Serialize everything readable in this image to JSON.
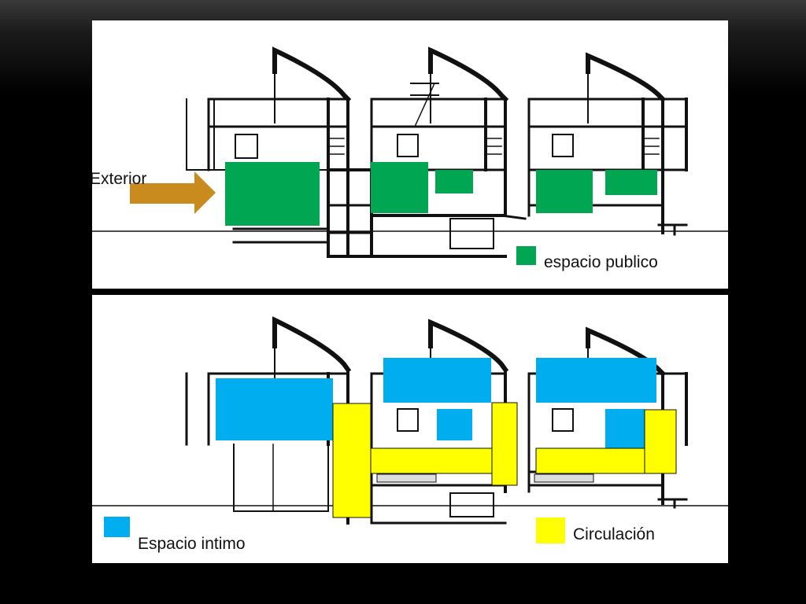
{
  "colors": {
    "public": "#00a651",
    "intimate": "#00aeef",
    "circulation": "#ffff00",
    "arrow": "#c98a1e",
    "drawing": "#111111"
  },
  "top_panel": {
    "exterior_label": "Exterior",
    "legend_label": "espacio publico"
  },
  "bottom_panel": {
    "legend_intimate_label": "Espacio intimo",
    "legend_circulation_label": "Circulación"
  }
}
